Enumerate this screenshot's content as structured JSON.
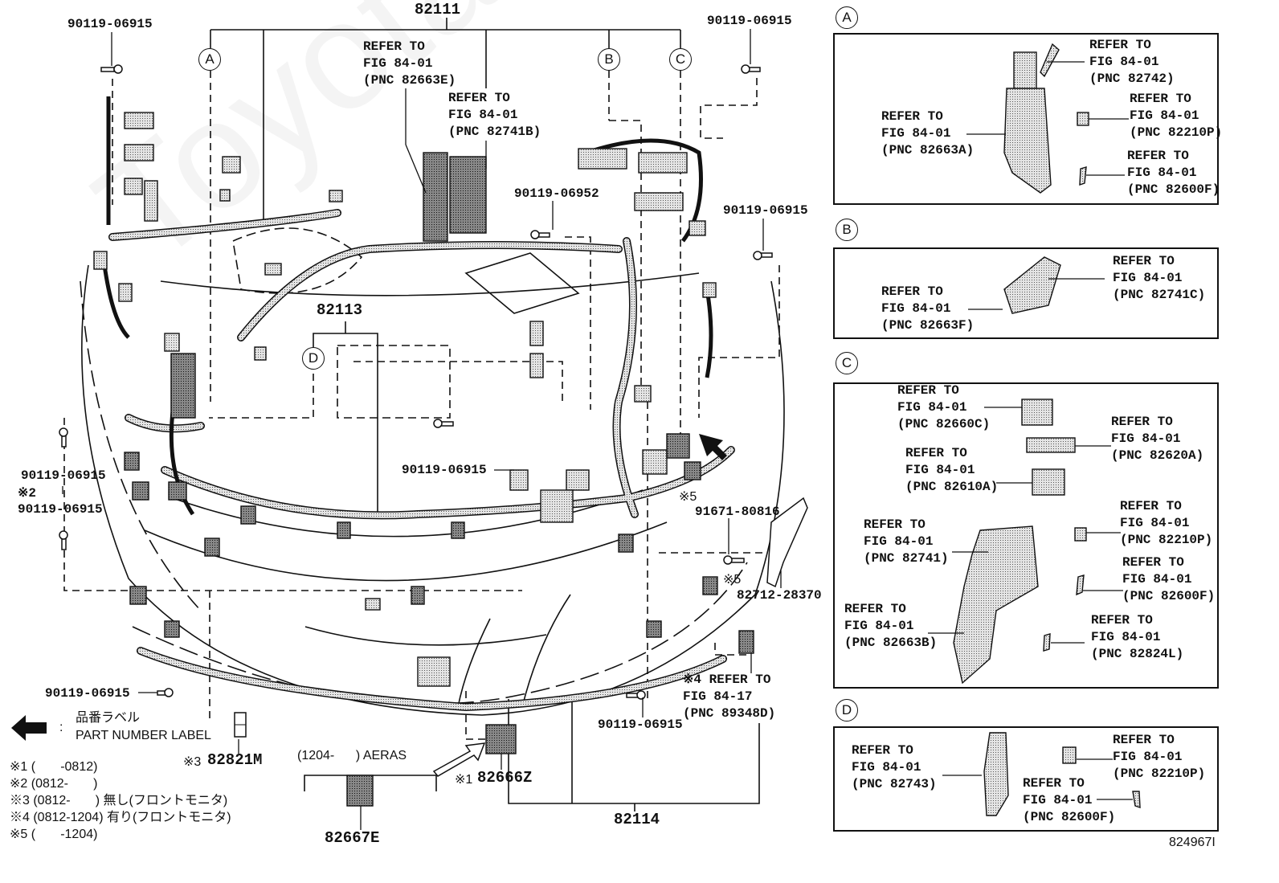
{
  "diagram": {
    "title_part": "82111",
    "sub_assemblies": [
      "82113",
      "82114"
    ],
    "figure_id": "824967I",
    "callouts": [
      "A",
      "B",
      "C",
      "D"
    ]
  },
  "main_labels": {
    "bolt_top_left": "90119-06915",
    "bolt_top_right": "90119-06915",
    "bolt_right": "90119-06915",
    "bolt_center": "90119-06952",
    "bolt_mid": "90119-06915",
    "bolt_left_1": "90119-06915",
    "bolt_left_2_mark": "※2",
    "bolt_left_2": "90119-06915",
    "bolt_bottom_left": "90119-06915",
    "bolt_bottom_center": "90119-06915",
    "ref_82663E": "REFER TO\nFIG 84-01\n(PNC 82663E)",
    "ref_82741B": "REFER TO\nFIG 84-01\n(PNC 82741B)",
    "mark5_a": "※5",
    "part_91671": "91671-80816",
    "mark5_b": "※5",
    "part_82712": "82712-28370",
    "ref_89348D": "※4 REFER TO\nFIG 84-17\n(PNC 89348D)",
    "part_82821M_mark": "※3",
    "part_82821M": "82821M",
    "part_82666Z_mark": "※1",
    "part_82666Z": "82666Z",
    "part_82667E": "82667E",
    "aeras_label": "(1204-      ) AERAS",
    "arrow_label_jp": "品番ラベル",
    "arrow_label_colon": ":",
    "arrow_label_en": "PART NUMBER LABEL"
  },
  "notes": [
    "※1 (       -0812)",
    "※2 (0812-       )",
    "※3 (0812-       ) 無し(フロントモニタ)",
    "※4 (0812-1204) 有り(フロントモニタ)",
    "※5 (       -1204)"
  ],
  "detail_panels": [
    {
      "id": "A",
      "refs": [
        "REFER TO\nFIG 84-01\n(PNC 82742)",
        "REFER TO\nFIG 84-01\n(PNC 82663A)",
        "REFER TO\nFIG 84-01\n(PNC 82210P)",
        "REFER TO\nFIG 84-01\n(PNC 82600F)"
      ]
    },
    {
      "id": "B",
      "refs": [
        "REFER TO\nFIG 84-01\n(PNC 82741C)",
        "REFER TO\nFIG 84-01\n(PNC 82663F)"
      ]
    },
    {
      "id": "C",
      "refs": [
        "REFER TO\nFIG 84-01\n(PNC 82660C)",
        "REFER TO\nFIG 84-01\n(PNC 82620A)",
        "REFER TO\nFIG 84-01\n(PNC 82610A)",
        "REFER TO\nFIG 84-01\n(PNC 82741)",
        "REFER TO\nFIG 84-01\n(PNC 82210P)",
        "REFER TO\nFIG 84-01\n(PNC 82600F)",
        "REFER TO\nFIG 84-01\n(PNC 82663B)",
        "REFER TO\nFIG 84-01\n(PNC 82824L)"
      ]
    },
    {
      "id": "D",
      "refs": [
        "REFER TO\nFIG 84-01\n(PNC 82743)",
        "REFER TO\nFIG 84-01\n(PNC 82210P)",
        "REFER TO\nFIG 84-01\n(PNC 82600F)"
      ]
    }
  ]
}
